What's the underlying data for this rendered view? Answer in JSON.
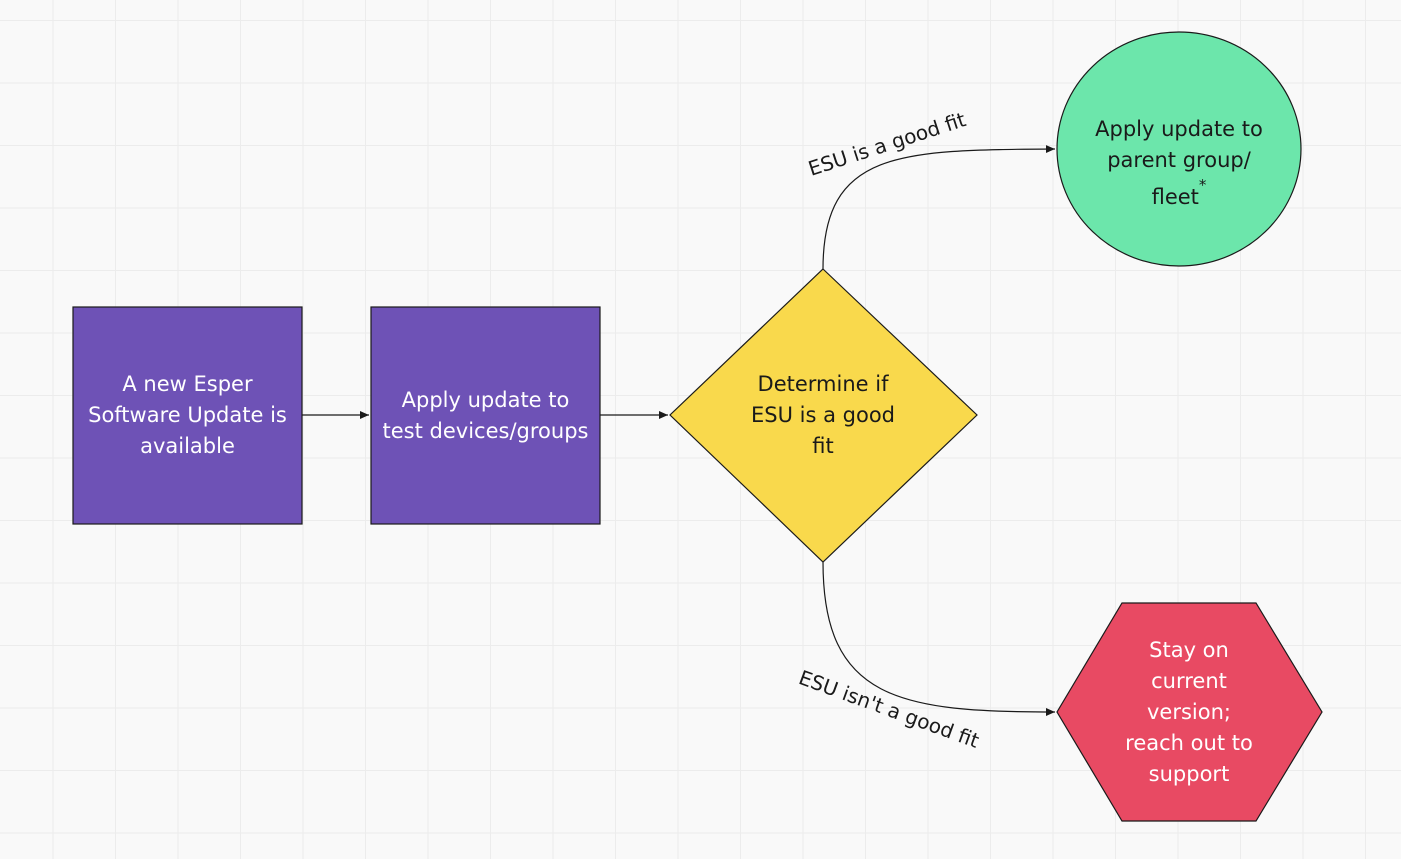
{
  "nodes": {
    "new_esu": {
      "label": "A new Esper\nSoftware Update is\navailable",
      "fill": "#6e52b6",
      "text_color": "#ffffff",
      "shape": "rectangle"
    },
    "apply_test": {
      "label": "Apply update to\ntest devices/groups",
      "fill": "#6e52b6",
      "text_color": "#ffffff",
      "shape": "rectangle"
    },
    "determine_fit": {
      "label": "Determine if\nESU is a good\nfit",
      "fill": "#f9d94c",
      "text_color": "#1a1a1a",
      "shape": "diamond"
    },
    "apply_parent": {
      "label": "Apply update to\nparent group/\nfleet",
      "footnote_mark": "*",
      "fill": "#6ce6ab",
      "text_color": "#1a1a1a",
      "shape": "circle"
    },
    "stay_current": {
      "label": "Stay on\ncurrent\nversion;\nreach out to\nsupport",
      "fill": "#e84a63",
      "text_color": "#ffffff",
      "shape": "hexagon"
    }
  },
  "edges": {
    "good_fit_label": "ESU is a good fit",
    "not_good_fit_label": "ESU isn't a good fit"
  },
  "colors": {
    "line": "#1a1a1a",
    "grid": "#ececec",
    "background": "#f9f9f9"
  }
}
